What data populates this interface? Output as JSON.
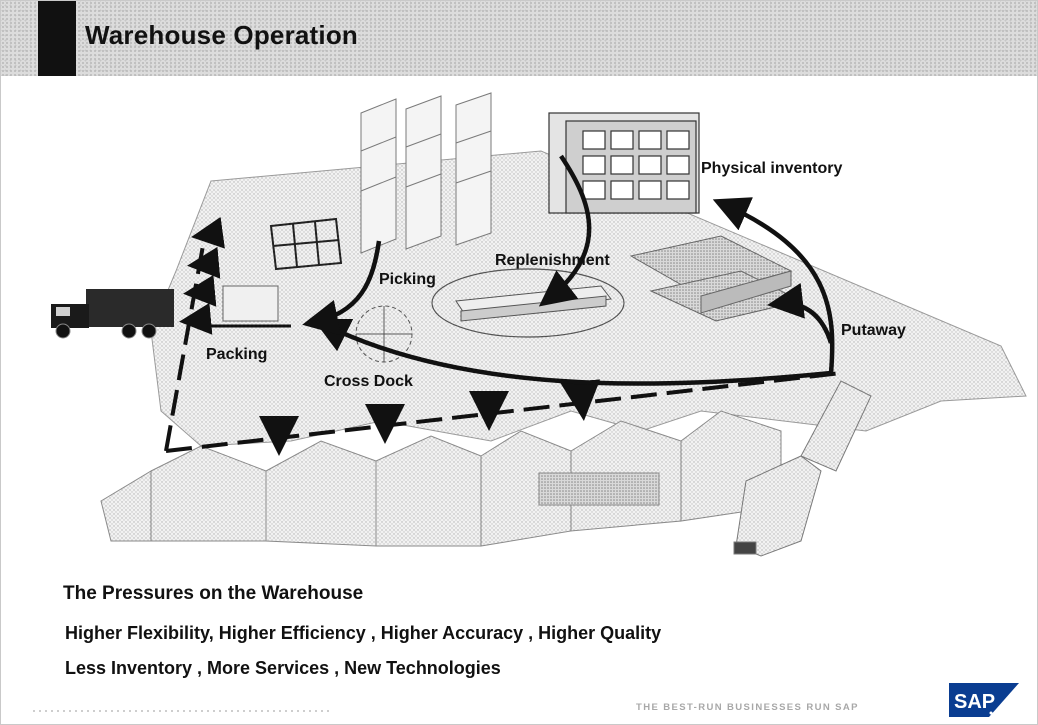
{
  "header": {
    "title": "Warehouse Operation"
  },
  "diagram": {
    "labels": {
      "physical_inventory": "Physical inventory",
      "replenishment": "Replenishment",
      "picking": "Picking",
      "putaway": "Putaway",
      "packing": "Packing",
      "cross_dock": "Cross Dock"
    }
  },
  "pressures": {
    "title": "The Pressures on the Warehouse",
    "line1": "Higher Flexibility, Higher Efficiency , Higher Accuracy , Higher Quality",
    "line2": "Less Inventory , More Services , New Technologies"
  },
  "footer": {
    "tagline": "THE BEST-RUN BUSINESSES RUN SAP",
    "logo_text": "SAP"
  },
  "colors": {
    "ink": "#111111",
    "header_bg": "#dcdcdc",
    "logo_blue": "#0a3d91"
  }
}
